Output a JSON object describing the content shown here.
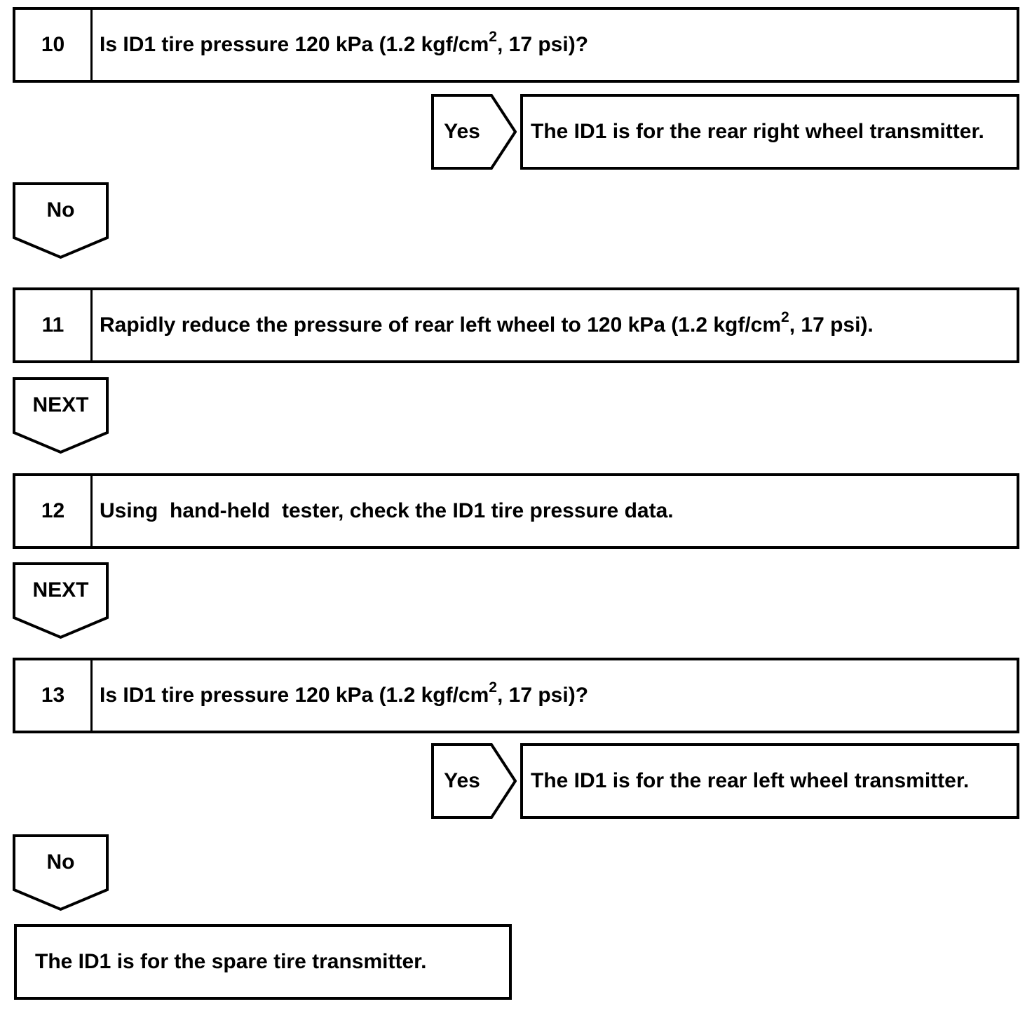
{
  "colors": {
    "background": "#ffffff",
    "line": "#000000",
    "text": "#000000"
  },
  "steps": [
    {
      "number": "10",
      "text_pre": "Is ID1 tire pressure 120 kPa (1.2 kgf/cm",
      "text_sup": "2",
      "text_post": ", 17 psi)?"
    },
    {
      "number": "11",
      "text_pre": "Rapidly reduce the pressure of rear left wheel to 120 kPa (1.2 kgf/cm",
      "text_sup": "2",
      "text_post": ", 17 psi)."
    },
    {
      "number": "12",
      "text_pre": "Using  hand-held  tester, check the ID1 tire pressure data.",
      "text_sup": "",
      "text_post": ""
    },
    {
      "number": "13",
      "text_pre": "Is ID1 tire pressure 120 kPa (1.2 kgf/cm",
      "text_sup": "2",
      "text_post": ", 17 psi)?"
    }
  ],
  "connectors": {
    "yes1": "Yes",
    "no1": "No",
    "next1": "NEXT",
    "next2": "NEXT",
    "yes2": "Yes",
    "no2": "No"
  },
  "results": {
    "yes1": "The ID1 is for the rear right wheel transmitter.",
    "yes2": "The ID1 is for the rear left wheel transmitter.",
    "final": "The ID1 is for the spare tire transmitter."
  }
}
